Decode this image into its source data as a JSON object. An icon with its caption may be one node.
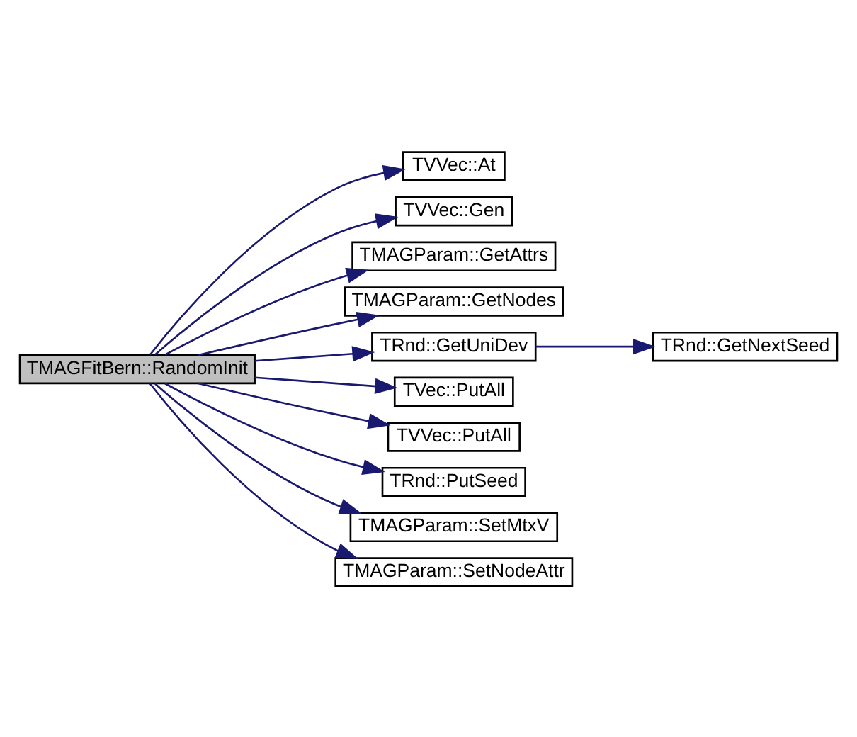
{
  "diagram": {
    "nodes": [
      {
        "text": [
          "TMAGFitBern::RandomInit"
        ]
      },
      {
        "text": [
          "TVVec::At"
        ]
      },
      {
        "text": [
          "TVVec::Gen"
        ]
      },
      {
        "text": [
          "TMAGParam::GetAttrs"
        ]
      },
      {
        "text": [
          "TMAGParam::GetNodes"
        ]
      },
      {
        "text": [
          "TRnd::GetUniDev"
        ]
      },
      {
        "text": [
          "TRnd::GetNextSeed"
        ]
      },
      {
        "text": [
          "TVec::PutAll"
        ]
      },
      {
        "text": [
          "TVVec::PutAll"
        ]
      },
      {
        "text": [
          "TRnd::PutSeed"
        ]
      },
      {
        "text": [
          "TMAGParam::SetMtxV"
        ]
      },
      {
        "text": [
          "TMAGParam::SetNodeAttr"
        ]
      }
    ],
    "edges": [
      {
        "from": 0,
        "to": 1,
        "arrow": "to"
      },
      {
        "from": 0,
        "to": 2,
        "arrow": "to"
      },
      {
        "from": 0,
        "to": 3,
        "arrow": "to"
      },
      {
        "from": 0,
        "to": 4,
        "arrow": "to"
      },
      {
        "from": 0,
        "to": 5,
        "arrow": "to"
      },
      {
        "from": 5,
        "to": 6,
        "arrow": "to"
      },
      {
        "from": 0,
        "to": 7,
        "arrow": "to"
      },
      {
        "from": 0,
        "to": 8,
        "arrow": "to"
      },
      {
        "from": 0,
        "to": 9,
        "arrow": "to"
      },
      {
        "from": 0,
        "to": 10,
        "arrow": "to"
      },
      {
        "from": 0,
        "to": 11,
        "arrow": "to"
      }
    ]
  }
}
